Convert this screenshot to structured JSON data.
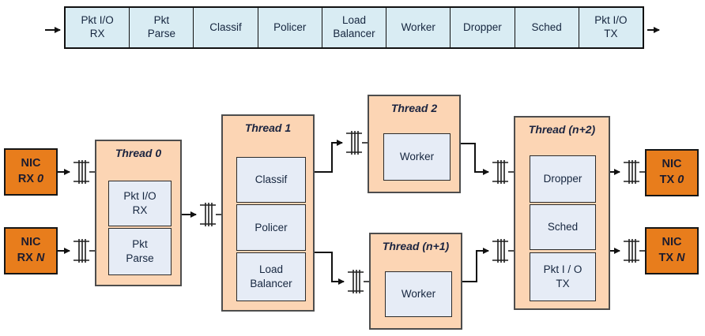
{
  "pipeline": {
    "stages": [
      "Pkt I/O\nRX",
      "Pkt\nParse",
      "Classif",
      "Policer",
      "Load\nBalancer",
      "Worker",
      "Dropper",
      "Sched",
      "Pkt I/O\nTX"
    ]
  },
  "diagram": {
    "nic_rx_0": {
      "line1": "NIC",
      "line2": "RX",
      "index": "0"
    },
    "nic_rx_n": {
      "line1": "NIC",
      "line2": "RX",
      "index": "N"
    },
    "nic_tx_0": {
      "line1": "NIC",
      "line2": "TX",
      "index": "0"
    },
    "nic_tx_n": {
      "line1": "NIC",
      "line2": "TX",
      "index": "N"
    },
    "thread0": {
      "title": "Thread 0",
      "blocks": [
        "Pkt I/O\nRX",
        "Pkt\nParse"
      ]
    },
    "thread1": {
      "title": "Thread 1",
      "blocks": [
        "Classif",
        "Policer",
        "Load\nBalancer"
      ]
    },
    "thread2": {
      "title": "Thread 2",
      "blocks": [
        "Worker"
      ]
    },
    "thread_n1": {
      "title": "Thread (n+1)",
      "blocks": [
        "Worker"
      ]
    },
    "thread_n2": {
      "title": "Thread (n+2)",
      "blocks": [
        "Dropper",
        "Sched",
        "Pkt I / O\nTX"
      ]
    }
  },
  "colors": {
    "pipeline_fill": "#d9ecf3",
    "thread_fill": "#fcd5b4",
    "block_fill": "#e6ecf6",
    "nic_fill": "#e87d1c",
    "text": "#16263f",
    "connector": "#1a1a1a"
  }
}
